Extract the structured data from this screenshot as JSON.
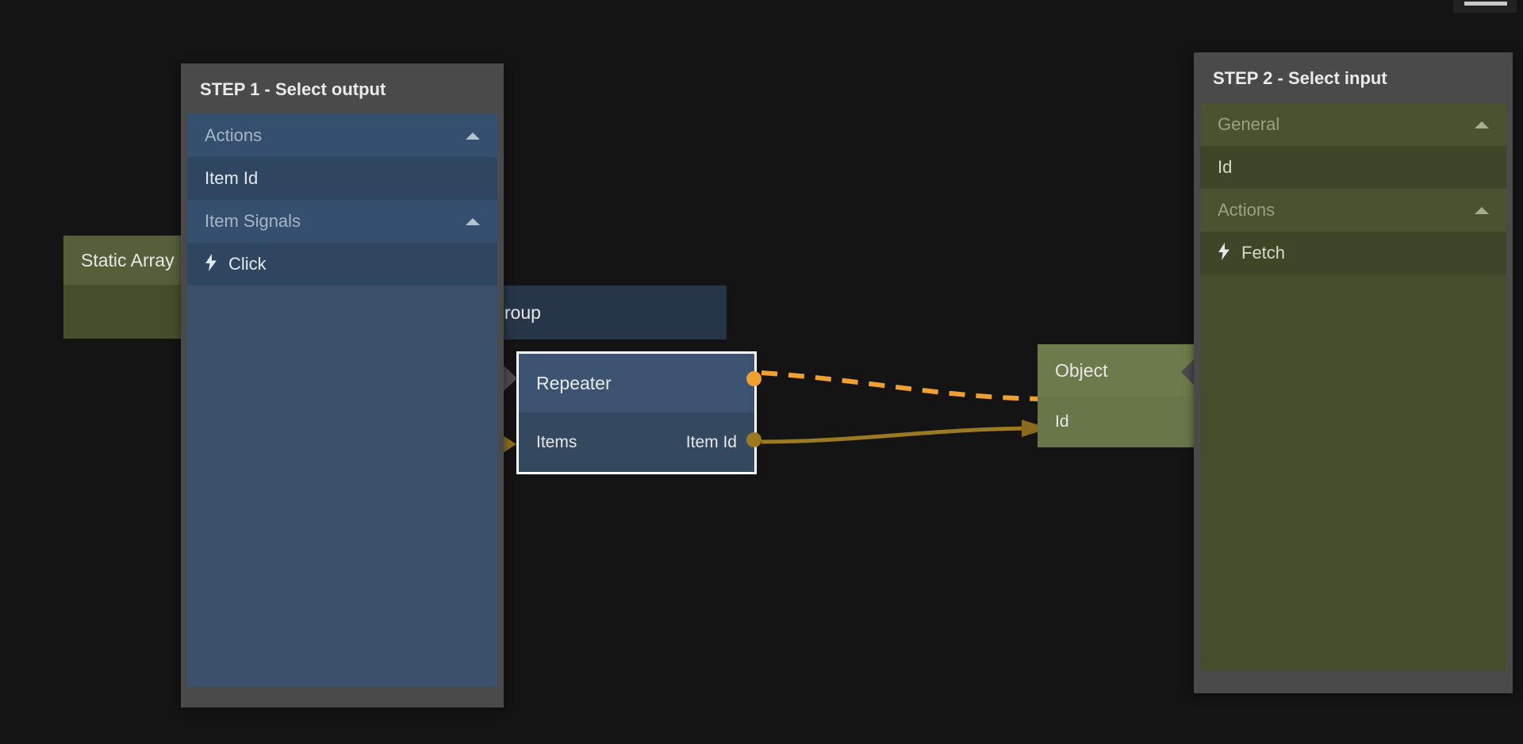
{
  "app": {
    "background_color": "#141414",
    "accent_signal_color": "#f0a030",
    "accent_value_color": "#9c7a22"
  },
  "top_nub": {
    "name": "scrollbar-nub"
  },
  "nodes": {
    "static_array": {
      "title": "Static Array",
      "color": "#55603a"
    },
    "group": {
      "title": "Group",
      "color": "#263648"
    },
    "repeater": {
      "title": "Repeater",
      "input_label": "Items",
      "output_label": "Item Id",
      "selected": true,
      "color": "#3c5471"
    },
    "object": {
      "title": "Object",
      "input_label": "Id",
      "color": "#6d7a4b"
    }
  },
  "connections": [
    {
      "name": "signal-connection",
      "from": "Repeater",
      "to": "Object",
      "style": "dashed",
      "color": "#f0a030"
    },
    {
      "name": "value-connection",
      "from": "Item Id",
      "to": "Id",
      "style": "solid",
      "color": "#9c7a22"
    }
  ],
  "step1": {
    "title": "STEP 1 - Select output",
    "rows": [
      {
        "type": "group",
        "label": "Actions",
        "icon": "chevron-up-icon",
        "name": "group-actions"
      },
      {
        "type": "leaf",
        "label": "Item Id",
        "icon": null,
        "name": "item-id"
      },
      {
        "type": "group",
        "label": "Item Signals",
        "icon": "chevron-up-icon",
        "name": "group-item-signals"
      },
      {
        "type": "leaf",
        "label": "Click",
        "icon": "lightning-bolt-icon",
        "icon_glyph": "⚡",
        "name": "signal-click"
      }
    ]
  },
  "step2": {
    "title": "STEP 2 - Select input",
    "rows": [
      {
        "type": "group",
        "label": "General",
        "icon": "chevron-up-icon",
        "name": "group-general"
      },
      {
        "type": "leaf",
        "label": "Id",
        "icon": null,
        "name": "input-id"
      },
      {
        "type": "group",
        "label": "Actions",
        "icon": "chevron-up-icon",
        "name": "group-actions"
      },
      {
        "type": "leaf",
        "label": "Fetch",
        "icon": "lightning-bolt-icon",
        "icon_glyph": "⚡",
        "name": "action-fetch"
      }
    ]
  }
}
